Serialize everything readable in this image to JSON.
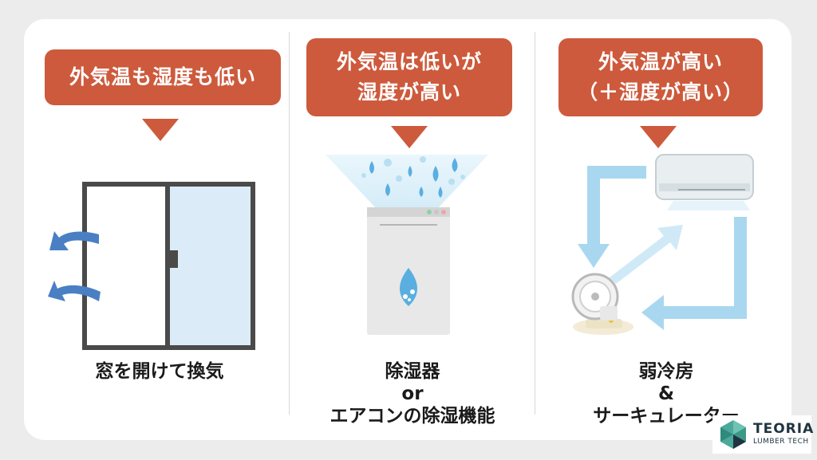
{
  "panels": [
    {
      "callout_lines": [
        "外気温も湿度も低い"
      ],
      "caption_lines": [
        "窓を開けて換気"
      ],
      "illustration": "window-icon"
    },
    {
      "callout_lines": [
        "外気温は低いが",
        "湿度が高い"
      ],
      "caption_lines": [
        "除湿器",
        "or",
        "エアコンの除湿機能"
      ],
      "illustration": "dehumidifier-icon"
    },
    {
      "callout_lines": [
        "外気温が高い",
        "（＋湿度が高い）"
      ],
      "caption_lines": [
        "弱冷房",
        "&",
        "サーキュレーター"
      ],
      "illustration": "aircon-circulator-icon"
    }
  ],
  "logo": {
    "main": "TEORIA",
    "sub": "LUMBER TECH"
  },
  "colors": {
    "callout": "#cd5a3c",
    "flow_arrow": "#a9d7f0",
    "wind_arrow": "#4a7fc4",
    "water_drop": "#5aaee0"
  }
}
